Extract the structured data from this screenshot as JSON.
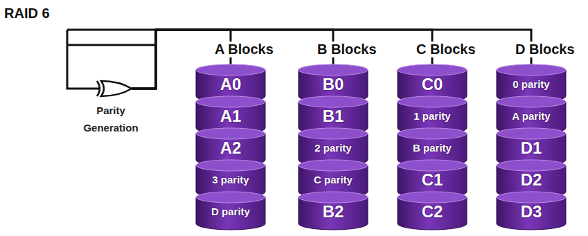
{
  "diagram": {
    "title": "RAID 6",
    "nodes": [
      {
        "text": [
          "Parity Generation"
        ]
      },
      {
        "text": [
          "A Blocks"
        ]
      },
      {
        "text": [
          "A0"
        ],
        "in": 1
      },
      {
        "text": [
          "A1"
        ],
        "in": 1
      },
      {
        "text": [
          "A2"
        ],
        "in": 1
      },
      {
        "text": [
          "3 parity"
        ],
        "in": 1
      },
      {
        "text": [
          "D parity"
        ],
        "in": 1
      },
      {
        "text": [
          "B Blocks"
        ]
      },
      {
        "text": [
          "B0"
        ],
        "in": 7
      },
      {
        "text": [
          "B1"
        ],
        "in": 7
      },
      {
        "text": [
          "2 parity"
        ],
        "in": 7
      },
      {
        "text": [
          "C parity"
        ],
        "in": 7
      },
      {
        "text": [
          "B2"
        ],
        "in": 7
      },
      {
        "text": [
          "C Blocks"
        ]
      },
      {
        "text": [
          "C0"
        ],
        "in": 13
      },
      {
        "text": [
          "1 parity"
        ],
        "in": 13
      },
      {
        "text": [
          "B parity"
        ],
        "in": 13
      },
      {
        "text": [
          "C1"
        ],
        "in": 13
      },
      {
        "text": [
          "C2"
        ],
        "in": 13
      },
      {
        "text": [
          "D Blocks"
        ]
      },
      {
        "text": [
          "0 parity"
        ],
        "in": 19
      },
      {
        "text": [
          "A parity"
        ],
        "in": 19
      },
      {
        "text": [
          "D1"
        ],
        "in": 19
      },
      {
        "text": [
          "D2"
        ],
        "in": 19
      },
      {
        "text": [
          "D3"
        ],
        "in": 19
      }
    ],
    "edges": [
      {
        "from": 0,
        "to": 1,
        "arrow": "none"
      },
      {
        "from": 0,
        "to": 7,
        "arrow": "none"
      },
      {
        "from": 0,
        "to": 13,
        "arrow": "none"
      },
      {
        "from": 0,
        "to": 19,
        "arrow": "none"
      }
    ]
  }
}
